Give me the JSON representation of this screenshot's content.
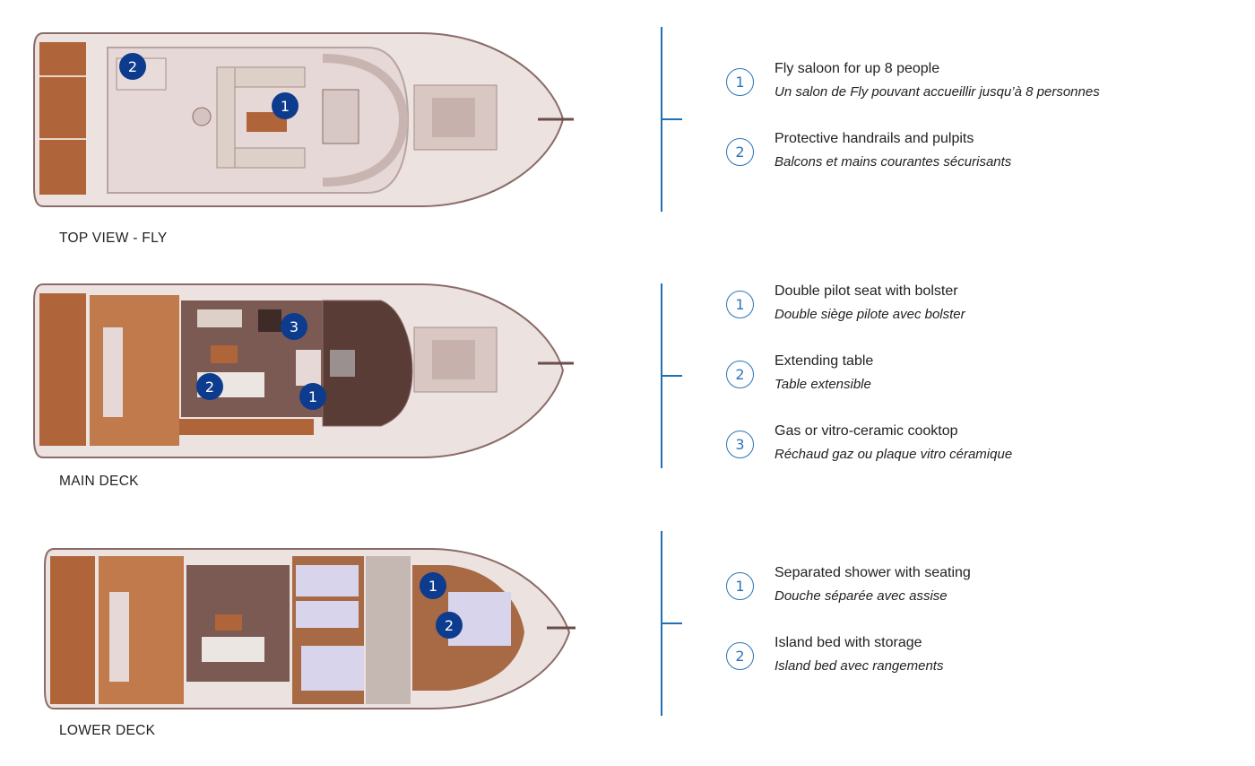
{
  "colors": {
    "accent_line": "#1f6fb5",
    "marker_fill": "#0d3b8e",
    "circle_stroke": "#2a74b8",
    "teak": "#b0643a",
    "hull_light": "#ece2e0"
  },
  "decks": [
    {
      "label": "TOP VIEW - FLY",
      "markers": [
        "1",
        "2"
      ],
      "features": [
        {
          "num": "1",
          "en": "Fly saloon for up 8 people",
          "fr": "Un salon de Fly pouvant accueillir jusqu’à 8 personnes"
        },
        {
          "num": "2",
          "en": "Protective handrails and pulpits",
          "fr": "Balcons et mains courantes sécurisants"
        }
      ]
    },
    {
      "label": "MAIN DECK",
      "markers": [
        "1",
        "2",
        "3"
      ],
      "features": [
        {
          "num": "1",
          "en": "Double pilot seat with bolster",
          "fr": "Double siège pilote avec bolster"
        },
        {
          "num": "2",
          "en": "Extending table",
          "fr": "Table extensible"
        },
        {
          "num": "3",
          "en": "Gas or vitro-ceramic cooktop",
          "fr": "Réchaud gaz ou plaque vitro céramique"
        }
      ]
    },
    {
      "label": "LOWER DECK",
      "markers": [
        "1",
        "2"
      ],
      "features": [
        {
          "num": "1",
          "en": "Separated shower with seating",
          "fr": "Douche séparée avec assise"
        },
        {
          "num": "2",
          "en": "Island bed with storage",
          "fr": "Island bed avec rangements"
        }
      ]
    }
  ]
}
